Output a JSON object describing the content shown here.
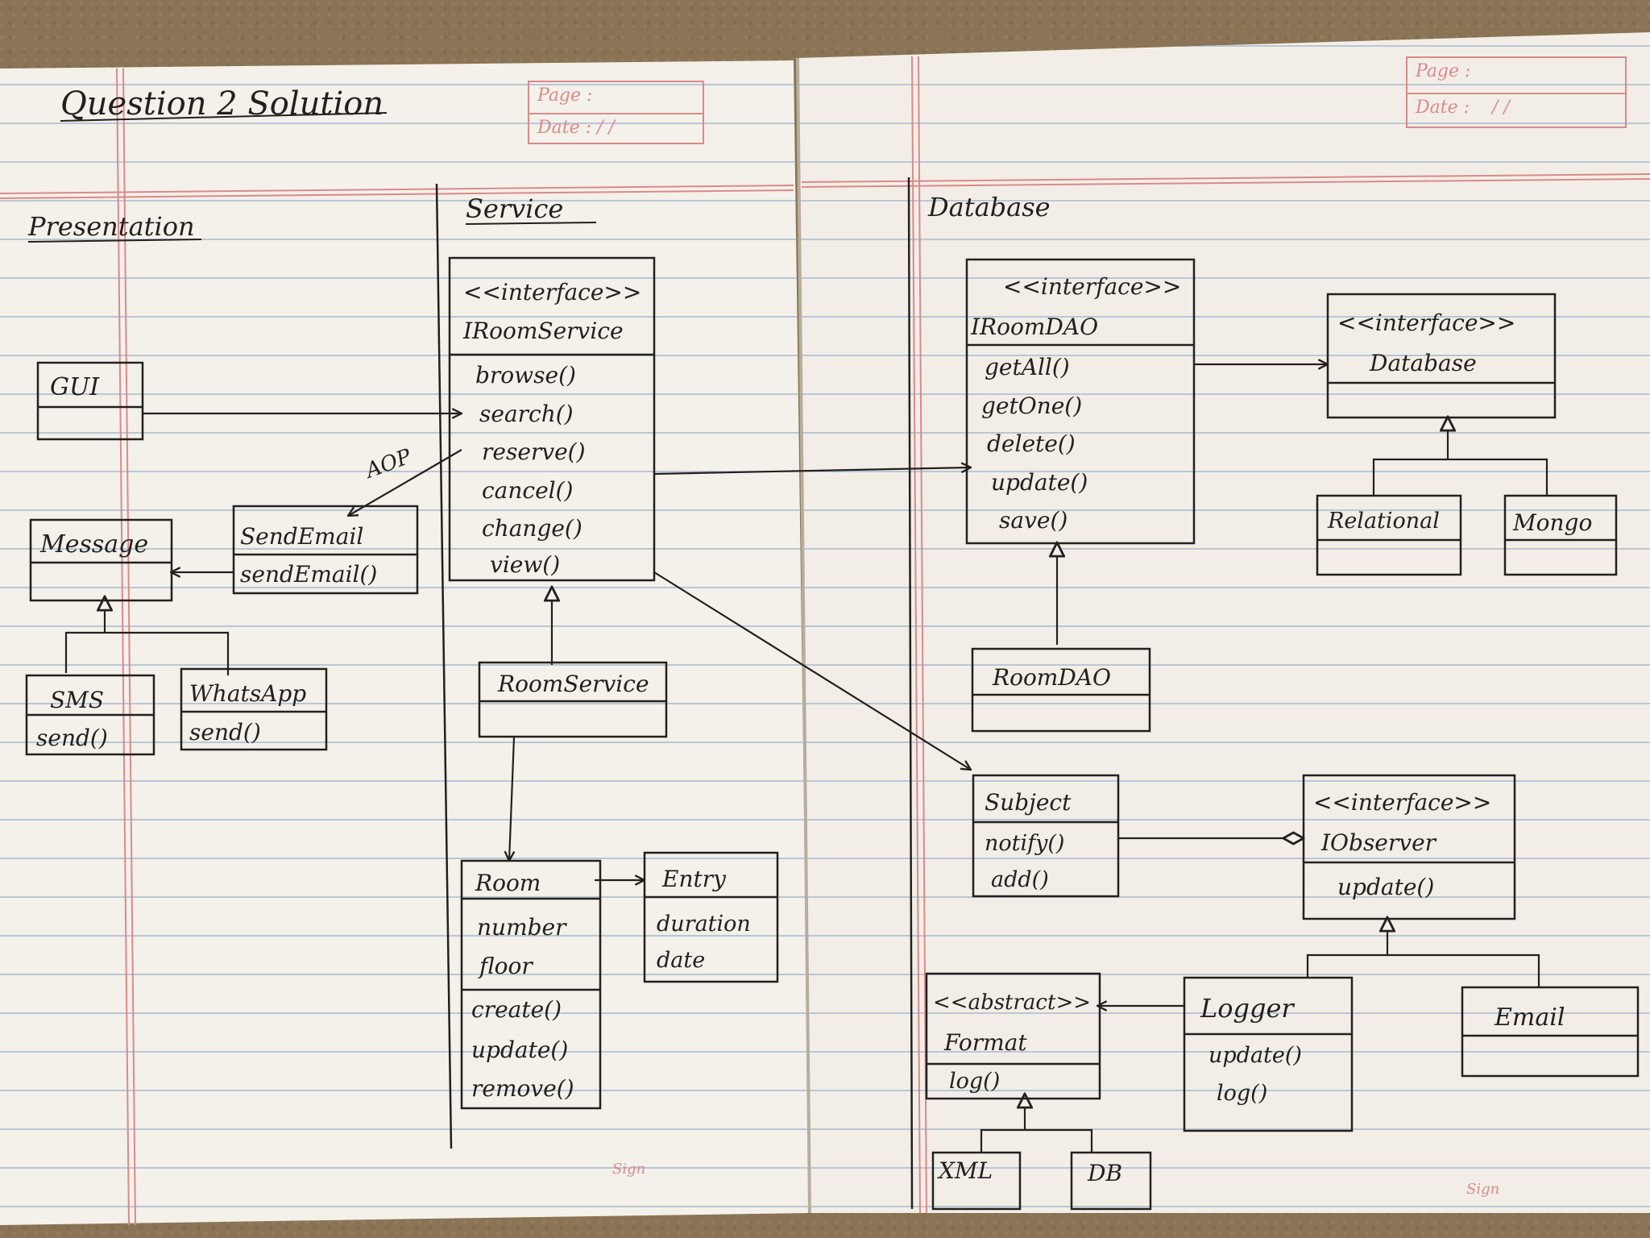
{
  "page": {
    "heading": "Question 2 Solution",
    "page_label": "Page :",
    "date_label": "Date :",
    "date_value": "/ /",
    "sign_label": "Sign"
  },
  "layers": {
    "presentation": "Presentation",
    "service": "Service",
    "database": "Database"
  },
  "classes": {
    "gui": {
      "name": "GUI"
    },
    "message": {
      "name": "Message"
    },
    "sendemail": {
      "name": "SendEmail",
      "methods": [
        "sendEmail()"
      ]
    },
    "sms": {
      "name": "SMS",
      "methods": [
        "send()"
      ]
    },
    "whatsapp": {
      "name": "WhatsApp",
      "methods": [
        "send()"
      ]
    },
    "iroomservice": {
      "stereotype": "<<interface>>",
      "name": "IRoomService",
      "methods": [
        "browse()",
        "search()",
        "reserve()",
        "cancel()",
        "change()",
        "view()"
      ]
    },
    "roomservice": {
      "name": "RoomService"
    },
    "room": {
      "name": "Room",
      "attributes": [
        "number",
        "floor"
      ],
      "methods": [
        "create()",
        "update()",
        "remove()"
      ]
    },
    "entry": {
      "name": "Entry",
      "attributes": [
        "duration",
        "date"
      ]
    },
    "iroomdao": {
      "stereotype": "<<interface>>",
      "name": "IRoomDAO",
      "methods": [
        "getAll()",
        "getOne()",
        "delete()",
        "update()",
        "save()"
      ]
    },
    "database": {
      "stereotype": "<<interface>>",
      "name": "Database"
    },
    "relational": {
      "name": "Relational"
    },
    "mongo": {
      "name": "Mongo"
    },
    "roomdao": {
      "name": "RoomDAO"
    },
    "subject": {
      "name": "Subject",
      "methods": [
        "notify()",
        "add()"
      ]
    },
    "iobserver": {
      "stereotype": "<<interface>>",
      "name": "IObserver",
      "methods": [
        "update()"
      ]
    },
    "format": {
      "stereotype": "<<abstract>>",
      "name": "Format",
      "methods": [
        "log()"
      ]
    },
    "logger": {
      "name": "Logger",
      "methods": [
        "update()",
        "log()"
      ]
    },
    "email": {
      "name": "Email"
    },
    "xml": {
      "name": "XML"
    },
    "db": {
      "name": "DB"
    }
  },
  "annotations": {
    "aop": "AOP"
  },
  "colors": {
    "paper": "#f4f0ea",
    "rule_blue": "#b9c7d6",
    "rule_red": "#d98a8a",
    "ink": "#23201e"
  }
}
